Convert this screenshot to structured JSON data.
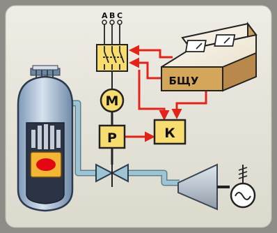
{
  "phases": [
    "A",
    "B",
    "C"
  ],
  "blocks": {
    "motor": "М",
    "regulator": "Р",
    "contactor": "К",
    "control_panel": "БЩУ"
  },
  "colors": {
    "frame": "#8f8c87",
    "panel": "#e7e5d9",
    "signal": "#e2231a",
    "pipe": "#8fb8c7",
    "block_fill": "#f7dc6f",
    "reactor_vessel": "#b9cde0",
    "reactor_core_fill": "#e30613",
    "console_body": "#d4a65a"
  },
  "icons": [
    "switch-icon",
    "gauge-icon",
    "generator-sine-icon",
    "ground-icon",
    "valve-icon"
  ]
}
